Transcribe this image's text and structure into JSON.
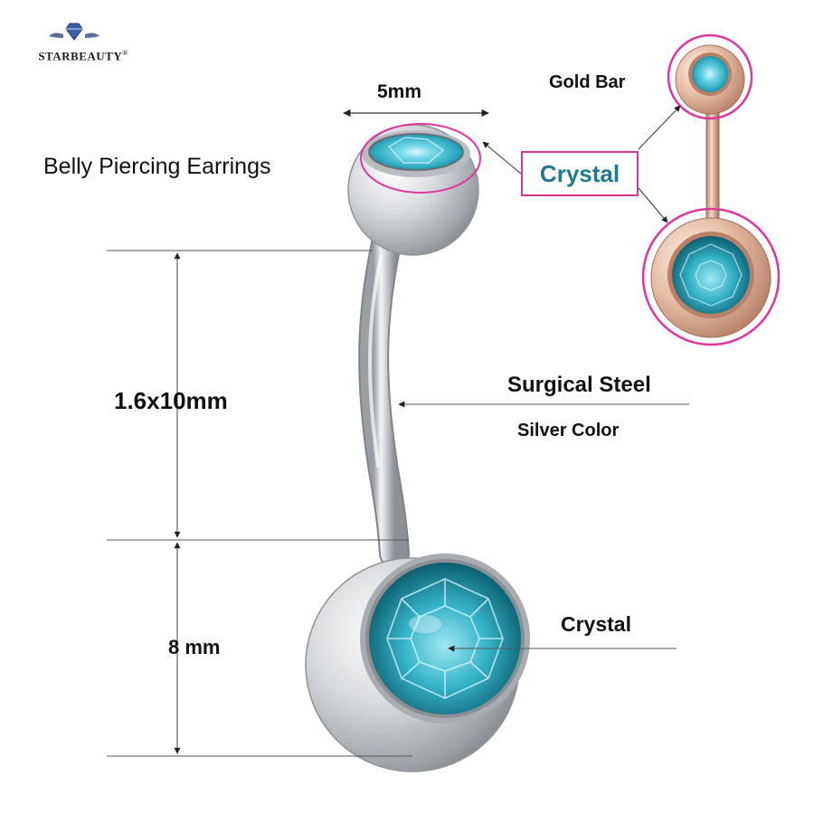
{
  "brand": {
    "name": "STARBEAUTY",
    "registered": "®",
    "logo_icon": "diamond-wings-icon"
  },
  "title": "Belly Piercing Earrings",
  "labels": {
    "top_ball_size": "5mm",
    "bar_length": "1.6x10mm",
    "bottom_ball_size": "8 mm",
    "material": "Surgical Steel",
    "color": "Silver Color",
    "crystal_bottom": "Crystal",
    "crystal_box": "Crystal",
    "gold_bar": "Gold Bar"
  },
  "colors": {
    "highlight_circle": "#e0359f",
    "crystal": "#3fc2d4",
    "crystal_label": "#1e7a8c",
    "steel": "#c9ccd0",
    "rose_gold": "#d9a78e"
  }
}
